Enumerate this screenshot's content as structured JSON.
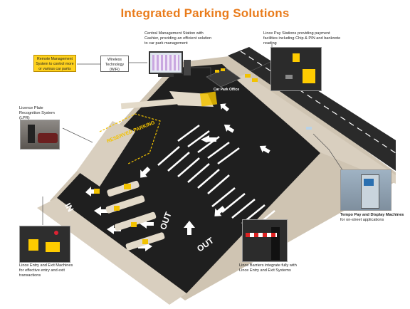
{
  "title": "Integrated Parking Solutions",
  "captions": {
    "central_station": "Central Management Station with Cashier, providing an efficient solution to car park management",
    "pay_stations": "Lince Pay Stations providing payment facilities including Chip & PIN and banknote reading",
    "remote_management": "Remote Management System to control more or various car parks",
    "wireless": "Wireless Technology (WiFi)",
    "lpr": "Licence Plate Recognition System (LPR)",
    "tempo": "Tempo Pay and Display Machines",
    "tempo_sub": "for on-street applications",
    "entry_exit": "Lince Entry and Exit Machines for effective entry and exit transactions",
    "barriers": "Lince Barriers integrate fully with Lince Entry and Exit Systems"
  },
  "floor_labels": {
    "reserved": "RESERVED PARKING",
    "office": "Car Park Office",
    "in": "IN",
    "out1": "OUT",
    "out2": "OUT"
  },
  "colors": {
    "title": "#e97b1a",
    "asphalt": "#1f1f1f",
    "pavement": "#d7cdbd",
    "road_marking": "#ffffff",
    "reserved_marking": "#f2c200",
    "remote_box": "#ffd21e"
  }
}
